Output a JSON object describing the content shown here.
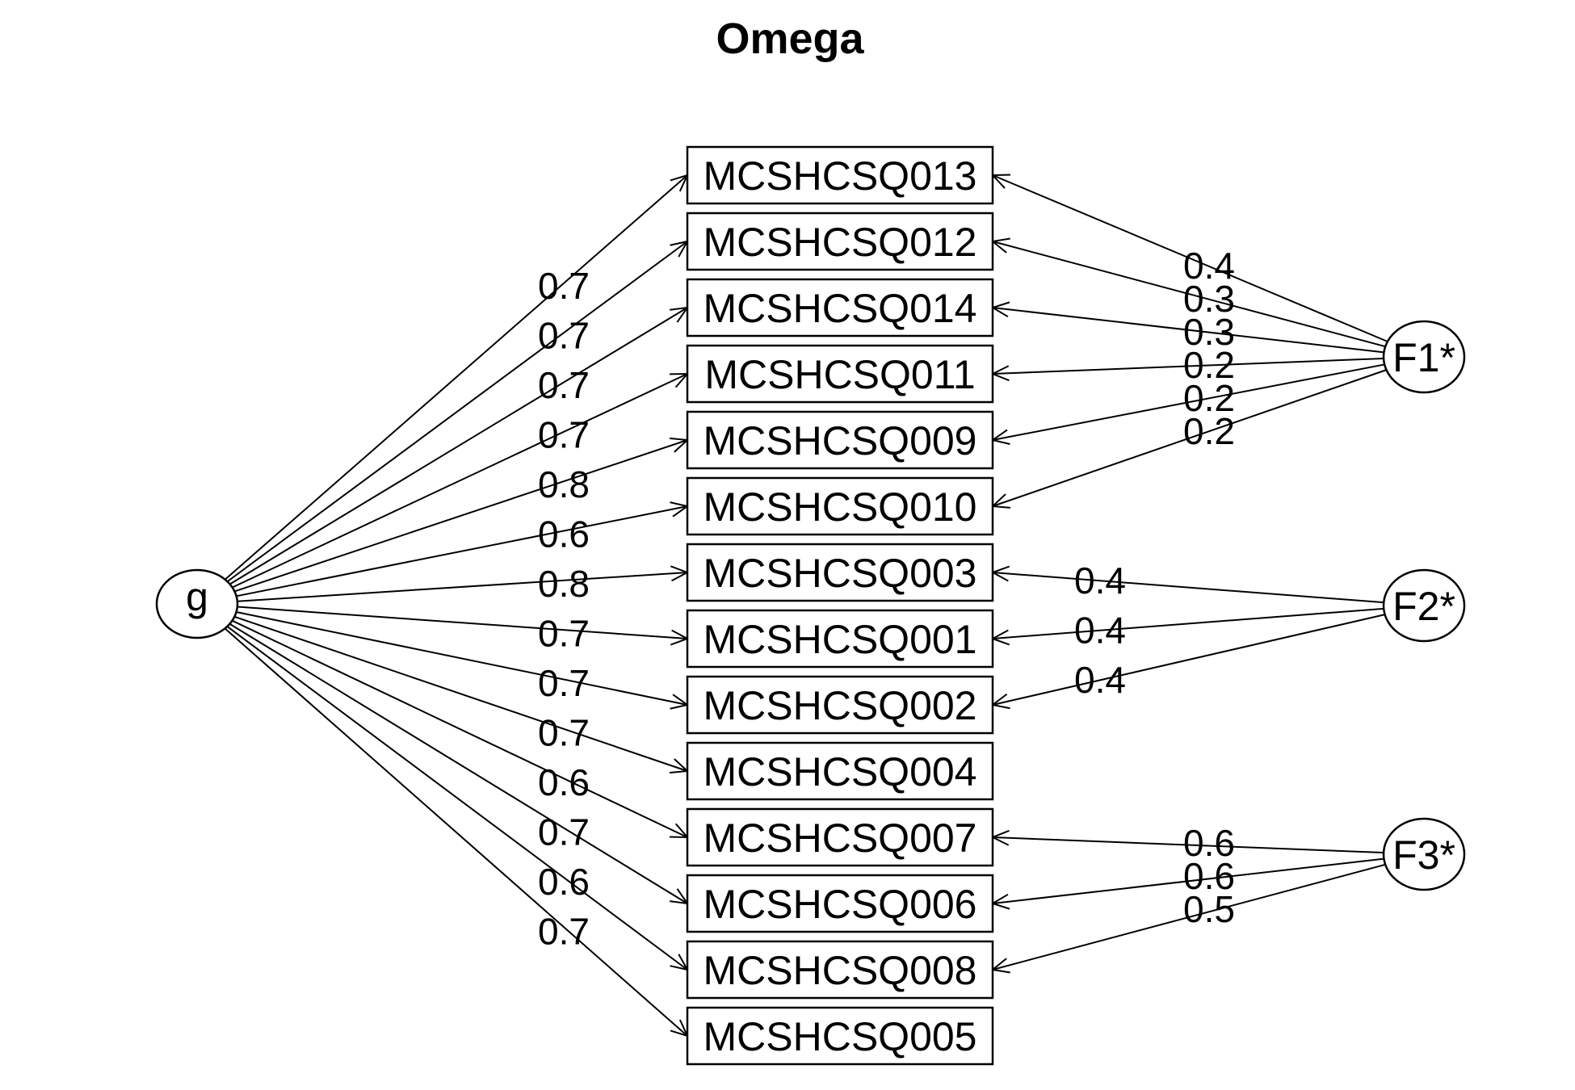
{
  "title": "Omega",
  "general_factor": {
    "id": "g",
    "label": "g"
  },
  "group_factors": [
    {
      "id": "F1",
      "label": "F1*"
    },
    {
      "id": "F2",
      "label": "F2*"
    },
    {
      "id": "F3",
      "label": "F3*"
    }
  ],
  "items": [
    {
      "label": "MCSHCSQ013",
      "g_loading": "0.7",
      "group": "F1",
      "group_loading": "0.4"
    },
    {
      "label": "MCSHCSQ012",
      "g_loading": "0.7",
      "group": "F1",
      "group_loading": "0.3"
    },
    {
      "label": "MCSHCSQ014",
      "g_loading": "0.7",
      "group": "F1",
      "group_loading": "0.3"
    },
    {
      "label": "MCSHCSQ011",
      "g_loading": "0.7",
      "group": "F1",
      "group_loading": "0.2"
    },
    {
      "label": "MCSHCSQ009",
      "g_loading": "0.8",
      "group": "F1",
      "group_loading": "0.2"
    },
    {
      "label": "MCSHCSQ010",
      "g_loading": "0.6",
      "group": "F1",
      "group_loading": "0.2"
    },
    {
      "label": "MCSHCSQ003",
      "g_loading": "0.8",
      "group": "F2",
      "group_loading": "0.4"
    },
    {
      "label": "MCSHCSQ001",
      "g_loading": "0.7",
      "group": "F2",
      "group_loading": "0.4"
    },
    {
      "label": "MCSHCSQ002",
      "g_loading": "0.7",
      "group": "F2",
      "group_loading": "0.4"
    },
    {
      "label": "MCSHCSQ004",
      "g_loading": "0.7",
      "group": null,
      "group_loading": null
    },
    {
      "label": "MCSHCSQ007",
      "g_loading": "0.6",
      "group": "F3",
      "group_loading": "0.6"
    },
    {
      "label": "MCSHCSQ006",
      "g_loading": "0.7",
      "group": "F3",
      "group_loading": "0.6"
    },
    {
      "label": "MCSHCSQ008",
      "g_loading": "0.6",
      "group": "F3",
      "group_loading": "0.5"
    },
    {
      "label": "MCSHCSQ005",
      "g_loading": "0.7",
      "group": null,
      "group_loading": null
    }
  ]
}
